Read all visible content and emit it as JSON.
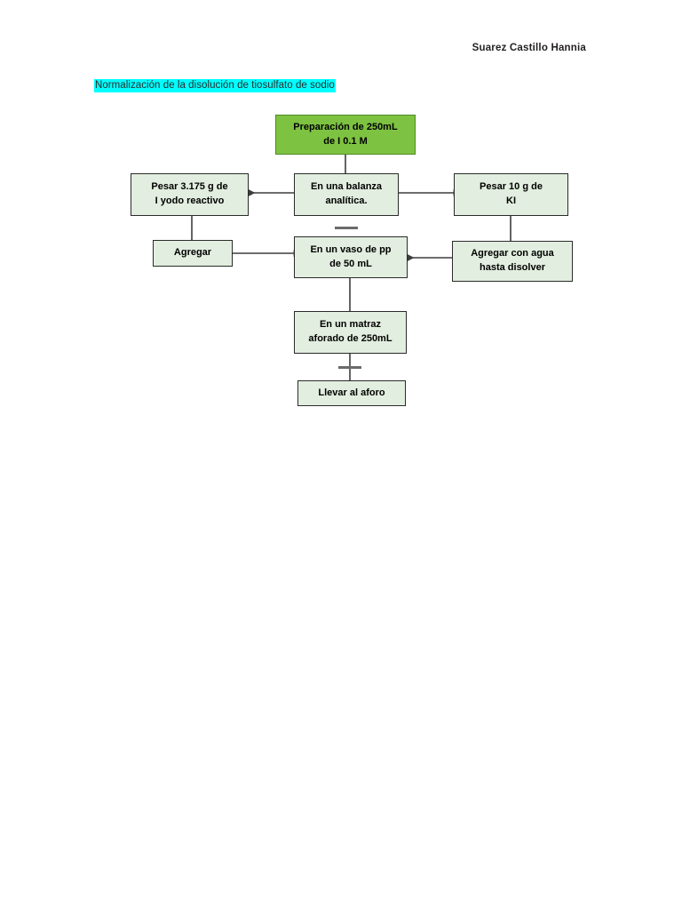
{
  "document": {
    "author": "Suarez Castillo Hannia",
    "title": "Normalización de la disolución de tiosulfato de sodio",
    "title_highlight_color": "#00FFFF"
  },
  "chart_data": {
    "type": "diagram",
    "title": "Normalización de la disolución de tiosulfato de sodio",
    "node_fill_primary": "#7EC242",
    "node_fill_secondary": "#E2EEDF",
    "node_border": "#2B2B2B",
    "connector_color": "#3D3D3D",
    "nodes": [
      {
        "id": "prep",
        "label_line1": "Preparación de 250mL",
        "label_line2": "de I 0.1 M",
        "style": "green"
      },
      {
        "id": "balanza",
        "label_line1": "En una balanza",
        "label_line2": "analítica.",
        "style": "light"
      },
      {
        "id": "pesar_i",
        "label_line1": "Pesar 3.175 g de",
        "label_line2": "I yodo reactivo",
        "style": "light"
      },
      {
        "id": "pesar_ki",
        "label_line1": "Pesar 10 g de",
        "label_line2": "KI",
        "style": "light"
      },
      {
        "id": "agregar",
        "label_line1": "Agregar",
        "label_line2": "",
        "style": "light"
      },
      {
        "id": "vaso",
        "label_line1": "En un vaso de pp",
        "label_line2": "de 50 mL",
        "style": "light"
      },
      {
        "id": "agua",
        "label_line1": "Agregar con agua",
        "label_line2": "hasta disolver",
        "style": "light"
      },
      {
        "id": "matraz",
        "label_line1": "En un matraz",
        "label_line2": "aforado de 250mL",
        "style": "light"
      },
      {
        "id": "aforo",
        "label_line1": "Llevar al aforo",
        "label_line2": "",
        "style": "light"
      }
    ],
    "edges": [
      {
        "from": "prep",
        "to": "balanza",
        "arrow": false
      },
      {
        "from": "balanza",
        "to": "pesar_i",
        "arrow": true
      },
      {
        "from": "balanza",
        "to": "pesar_ki",
        "arrow": true
      },
      {
        "from": "pesar_i",
        "to": "agregar",
        "arrow": false
      },
      {
        "from": "agregar",
        "to": "vaso",
        "arrow": true
      },
      {
        "from": "agua",
        "to": "vaso",
        "arrow": true
      },
      {
        "from": "pesar_ki",
        "to": "agua",
        "arrow": false
      },
      {
        "from": "balanza",
        "to": "vaso",
        "arrow": false
      },
      {
        "from": "vaso",
        "to": "matraz",
        "arrow": false
      },
      {
        "from": "matraz",
        "to": "aforo",
        "arrow": false
      }
    ]
  }
}
